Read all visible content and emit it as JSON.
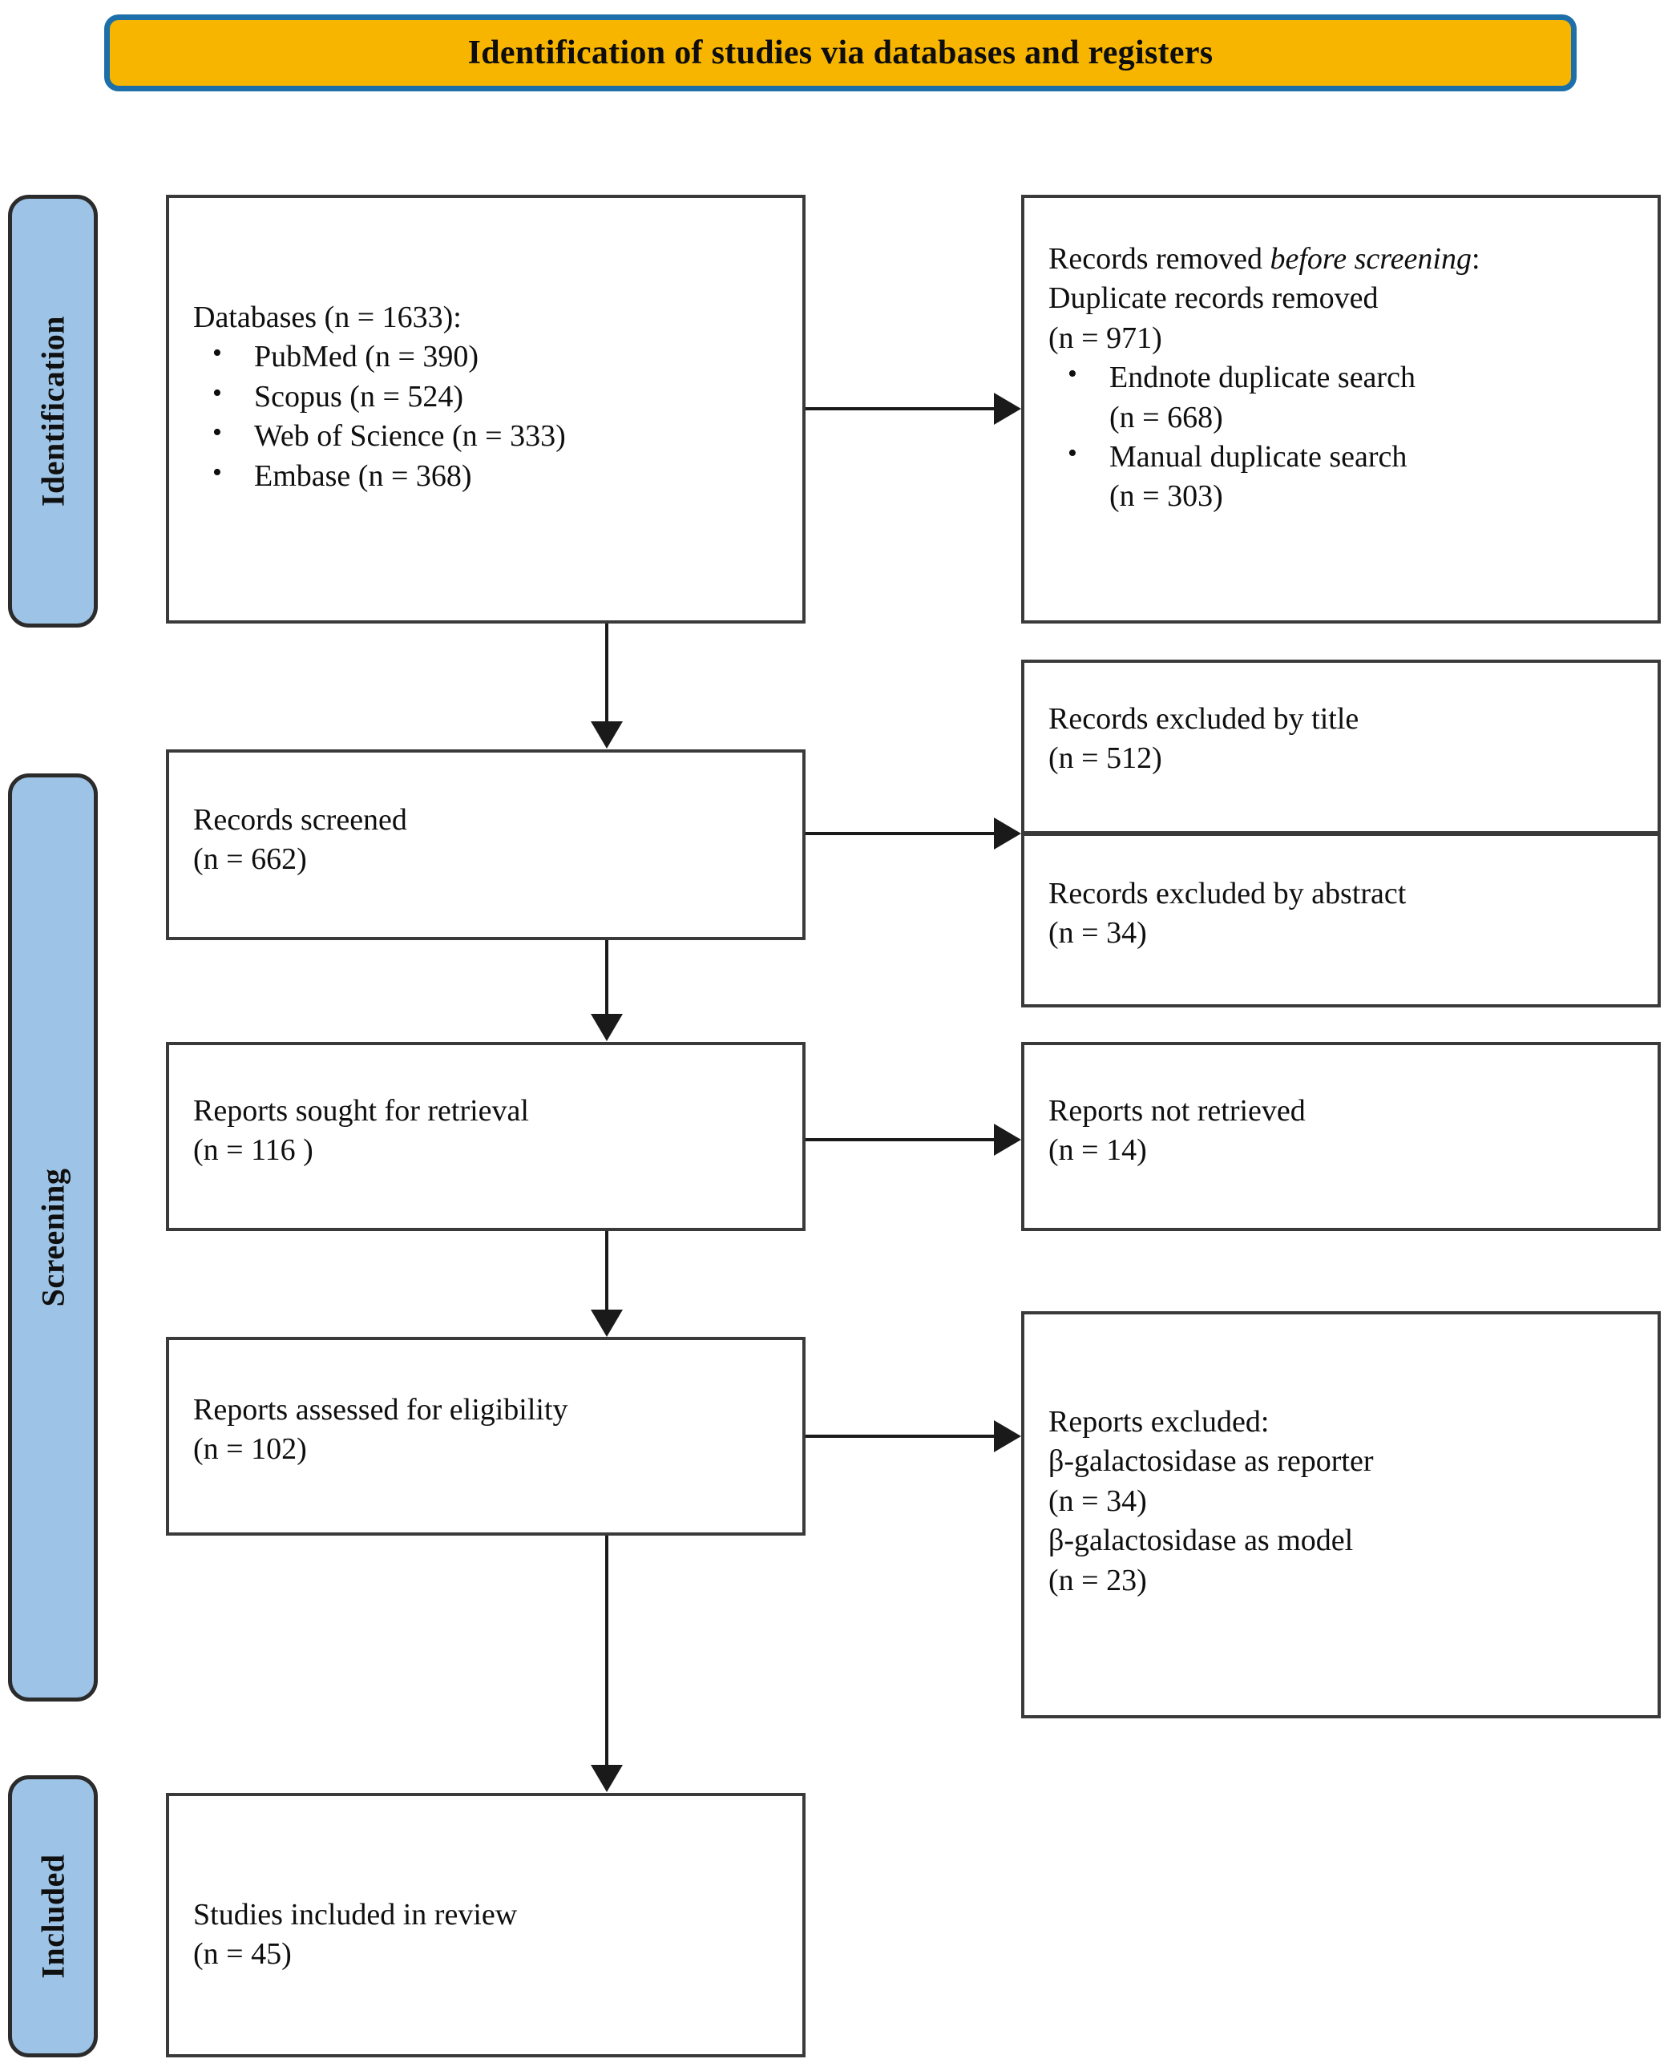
{
  "header": {
    "title": "Identification of studies via databases and registers",
    "fill_color": "#F7B500",
    "border_color": "#1C6FA8"
  },
  "stages": [
    {
      "label": "Identification"
    },
    {
      "label": "Screening"
    },
    {
      "label": "Included"
    }
  ],
  "stage_color": "#9DC3E6",
  "boxes": {
    "databases": {
      "heading": "Databases (n = 1633):",
      "items": [
        "PubMed  (n = 390)",
        "Scopus (n = 524)",
        "Web of Science (n = 333)",
        "Embase (n = 368)"
      ]
    },
    "removed_before_screening": {
      "line1_prefix": "Records removed ",
      "line1_italic": "before screening",
      "line1_suffix": ":",
      "line2": "Duplicate records removed",
      "line3": "(n = 971)",
      "items": [
        {
          "text": "Endnote duplicate search",
          "count": "(n = 668)"
        },
        {
          "text": "Manual duplicate search",
          "count": "(n = 303)"
        }
      ]
    },
    "records_screened": {
      "line1": "Records screened",
      "line2": "(n = 662)"
    },
    "excluded_by_title": {
      "line1": "Records excluded by title",
      "line2": "(n = 512)"
    },
    "excluded_by_abstract": {
      "line1": "Records excluded by abstract",
      "line2": "(n = 34)"
    },
    "reports_sought": {
      "line1": "Reports sought for retrieval",
      "line2": "(n = 116 )"
    },
    "reports_not_retrieved": {
      "line1": "Reports not retrieved",
      "line2": "(n = 14)"
    },
    "reports_assessed": {
      "line1": "Reports assessed for eligibility",
      "line2": "(n = 102)"
    },
    "reports_excluded": {
      "line1": "Reports excluded:",
      "line2": "β-galactosidase as reporter",
      "line3": "(n = 34)",
      "line4": "β-galactosidase as model",
      "line5": "(n = 23)"
    },
    "studies_included": {
      "line1": "Studies included in review",
      "line2": "(n = 45)"
    }
  }
}
